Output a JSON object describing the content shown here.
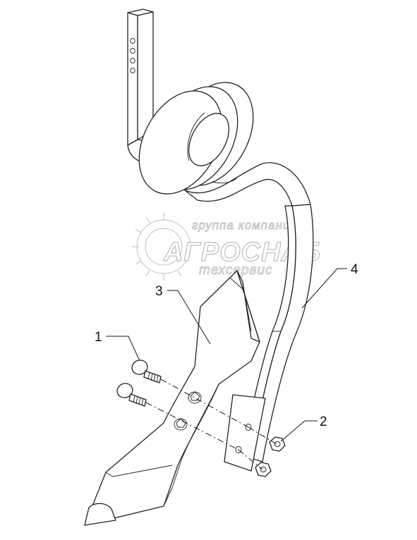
{
  "diagram": {
    "callouts": [
      {
        "id": "1",
        "label": "1"
      },
      {
        "id": "2",
        "label": "2"
      },
      {
        "id": "3",
        "label": "3"
      },
      {
        "id": "4",
        "label": "4"
      }
    ]
  },
  "watermark": {
    "line1": "группа компаний",
    "line2": "АГРОСНАБ",
    "line3": "техсервис"
  }
}
